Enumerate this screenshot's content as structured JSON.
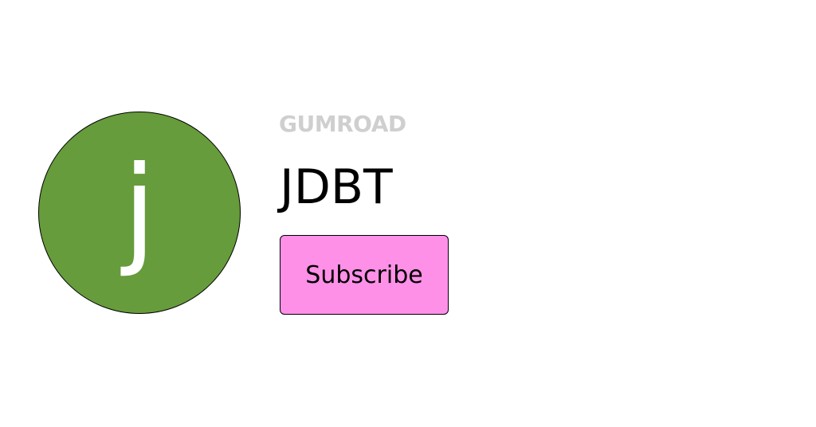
{
  "brand": {
    "logo_text": "GUMROAD",
    "color": "#cfcfcf"
  },
  "creator": {
    "avatar_letter": "j",
    "avatar_color": "#669c3b",
    "avatar_letter_color": "#ffffff",
    "name": "JDBT"
  },
  "actions": {
    "subscribe_label": "Subscribe",
    "subscribe_color": "#ff90e8"
  }
}
